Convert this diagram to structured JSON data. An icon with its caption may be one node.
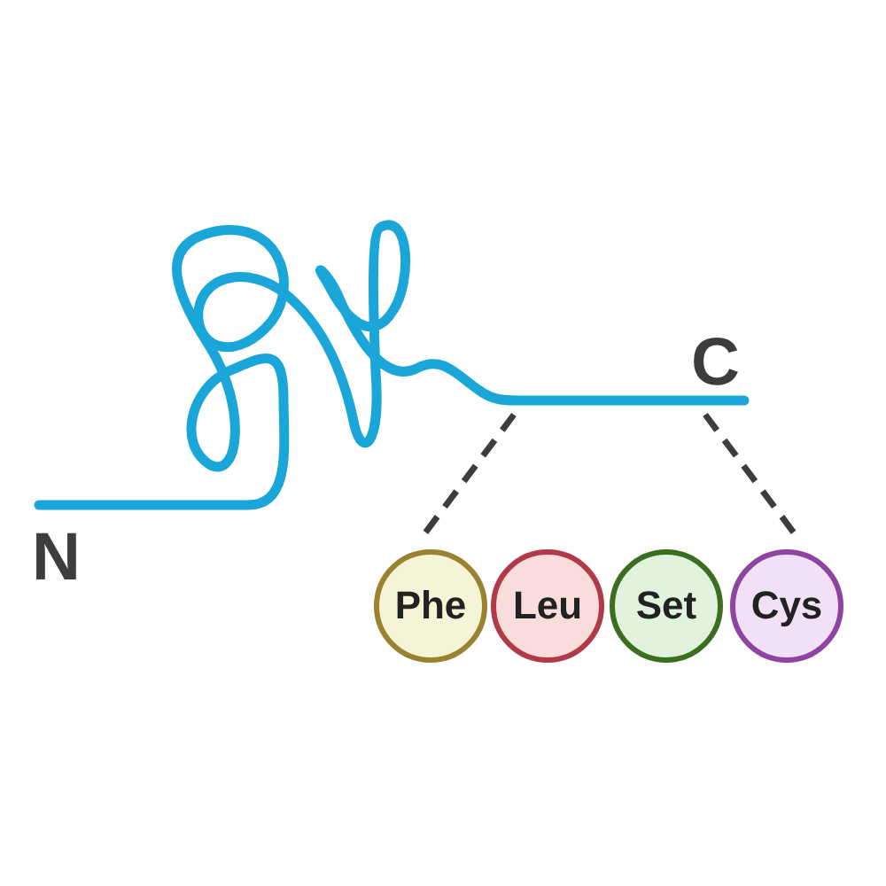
{
  "diagram": {
    "nodes": [
      {
        "text": [],
        "shape": "picture"
      },
      {
        "text": [
          "Phe"
        ]
      },
      {
        "text": [
          "Leu"
        ]
      },
      {
        "text": [
          "Set"
        ]
      },
      {
        "text": [
          "Cys"
        ]
      }
    ],
    "edges": [
      {
        "from": 0,
        "to": 1,
        "arrow": "none",
        "style": "dashed"
      },
      {
        "from": 0,
        "to": 4,
        "arrow": "none",
        "style": "dashed"
      }
    ],
    "labels": [
      "C",
      "N"
    ]
  }
}
